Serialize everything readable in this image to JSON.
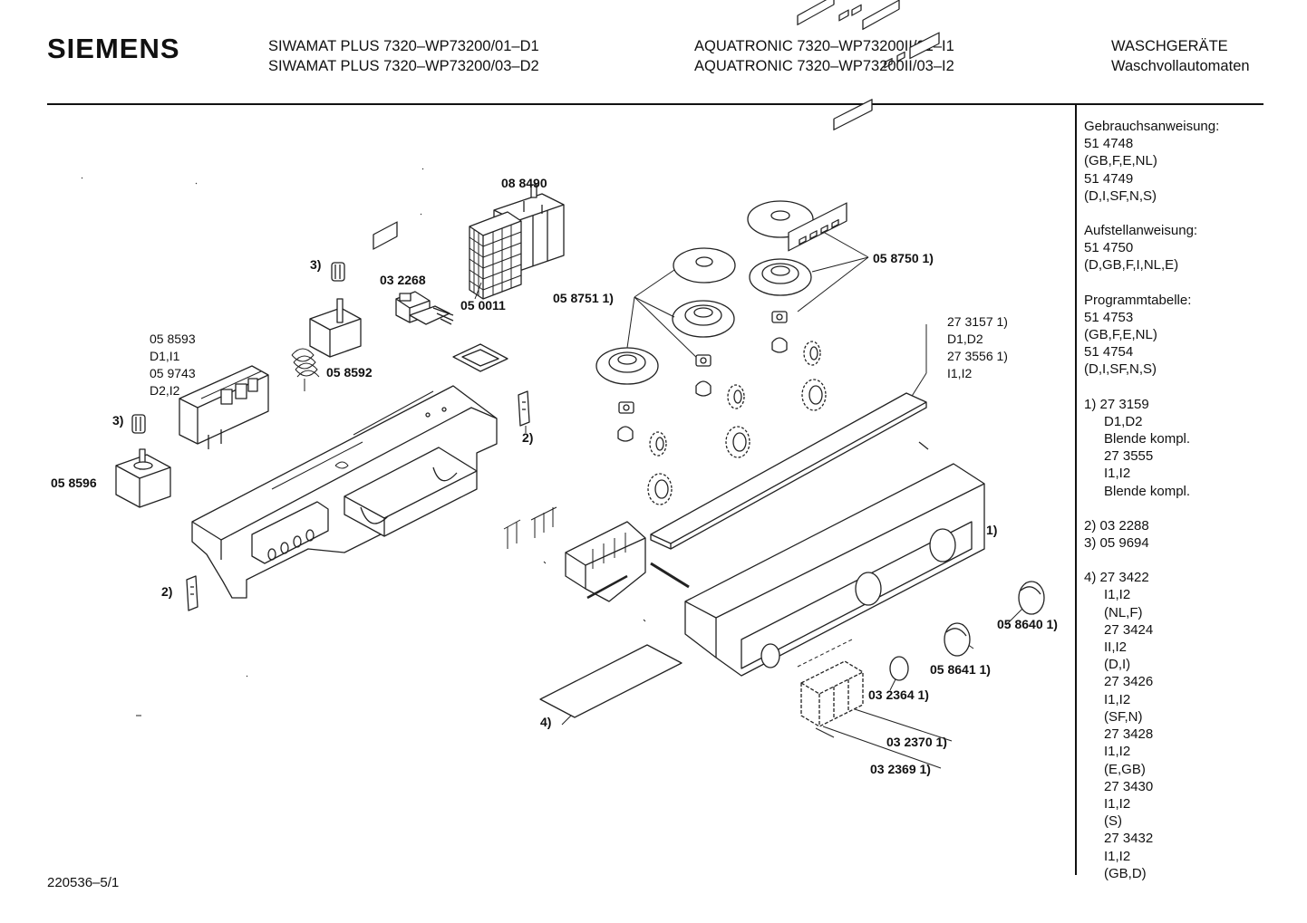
{
  "header": {
    "brand": "SIEMENS",
    "col1": [
      "SIWAMAT PLUS 7320–WP73200/01–D1",
      "SIWAMAT PLUS 7320–WP73200/03–D2"
    ],
    "col2": [
      "AQUATRONIC 7320–WP73200II/01–I1",
      "AQUATRONIC 7320–WP73200II/03–I2"
    ],
    "col3": [
      "WASCHGERÄTE",
      "Waschvollautomaten"
    ]
  },
  "sidebar": {
    "groups": [
      [
        "Gebrauchsanweisung:",
        "51 4748",
        "(GB,F,E,NL)",
        "51 4749",
        "(D,I,SF,N,S)"
      ],
      [
        "Aufstellanweisung:",
        "51 4750",
        "(D,GB,F,I,NL,E)"
      ],
      [
        "Programmtabelle:",
        "51 4753",
        "(GB,F,E,NL)",
        "51 4754",
        "(D,I,SF,N,S)"
      ]
    ],
    "notes": [
      {
        "first": "1)  27 3159",
        "rest": [
          "D1,D2",
          "Blende kompl.",
          "27 3555",
          "I1,I2",
          "Blende kompl."
        ]
      },
      {
        "first": "2)  03 2288",
        "rest": []
      },
      {
        "first": "3)  05 9694",
        "rest": []
      },
      {
        "first": "4)  27 3422",
        "rest": [
          "I1,I2",
          "(NL,F)",
          "27 3424",
          "II,I2",
          "(D,I)",
          "27 3426",
          "I1,I2",
          "(SF,N)",
          "27 3428",
          "I1,I2",
          "(E,GB)",
          "27 3430",
          "I1,I2",
          "(S)",
          "27 3432",
          "I1,I2",
          "(GB,D)"
        ]
      }
    ]
  },
  "labels": {
    "p088490": "08 8490",
    "p050011": "05 0011",
    "p032268": "03 2268",
    "ref3a": "3)",
    "ref3b": "3)",
    "ref2a": "2)",
    "ref2b": "2)",
    "ref1": "1)",
    "ref4": "4)",
    "p058592": "05 8592",
    "p058596": "05 8596",
    "p058751": "05 8751 1)",
    "p058750": "05 8750 1)",
    "p058640": "05 8640 1)",
    "p058641": "05 8641 1)",
    "p032364": "03 2364 1)",
    "p032370": "03 2370 1)",
    "p032369": "03 2369 1)",
    "group1": [
      "05 8593",
      "D1,I1",
      "05 9743",
      "D2,I2"
    ],
    "group2": [
      "27 3157 1)",
      "D1,D2",
      "27 3556 1)",
      "I1,I2"
    ]
  },
  "footer": {
    "doc_number": "220536–5/1"
  }
}
